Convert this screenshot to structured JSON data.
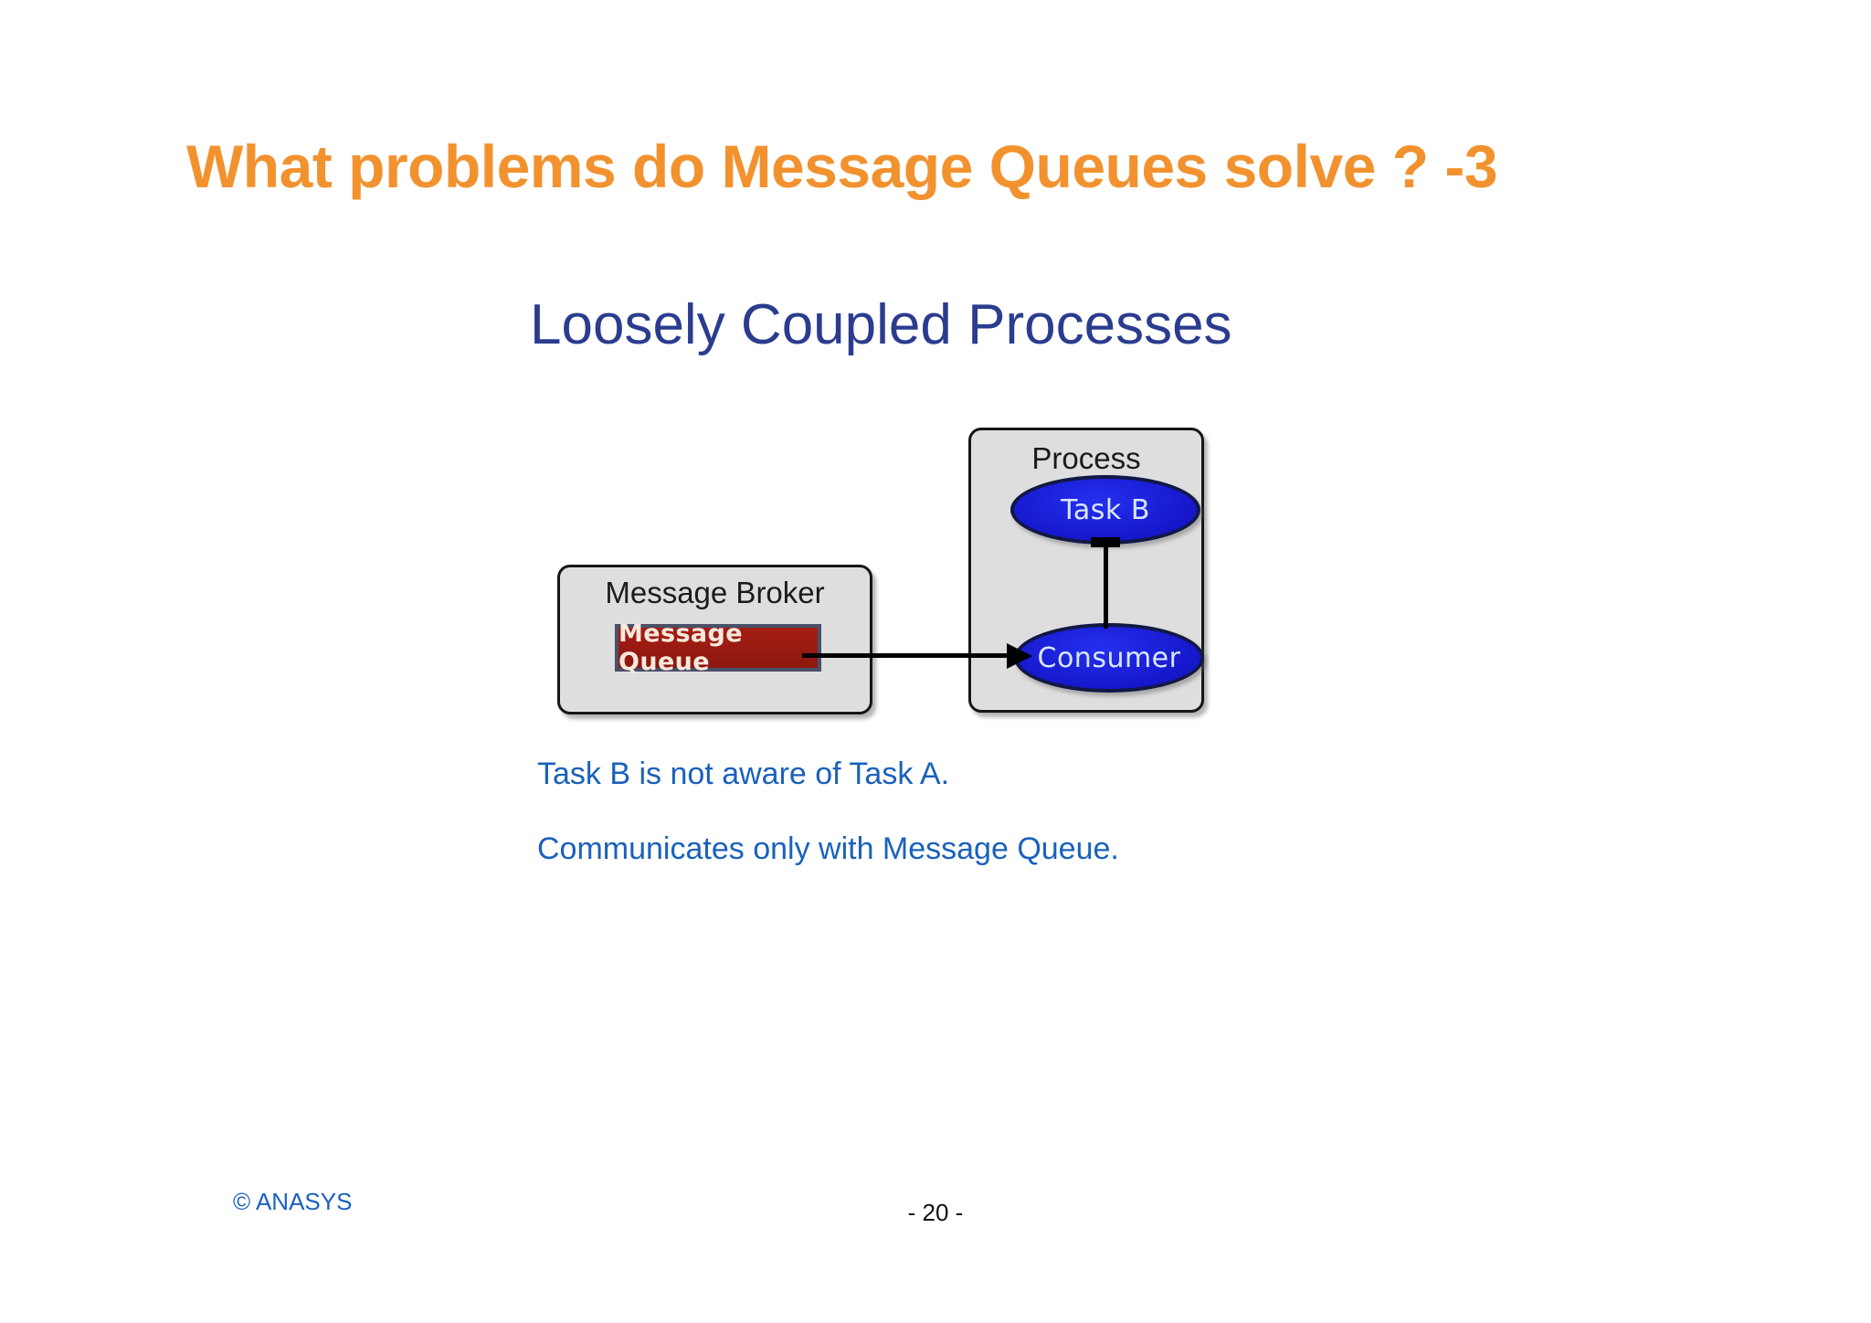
{
  "slide": {
    "title": "What problems do Message Queues solve ? -3",
    "subtitle": "Loosely Coupled Processes",
    "title_color": "#F2922F",
    "subtitle_color": "#2B3C8F",
    "background_color": "#ffffff"
  },
  "diagram": {
    "process_box": {
      "label": "Process",
      "fill": "#DEDEDE",
      "border": "#161616",
      "nodes": [
        {
          "label": "Task B",
          "fill": "#1A22DE",
          "text_color": "#D7E7FB"
        },
        {
          "label": "Consumer",
          "fill": "#1A22DE",
          "text_color": "#D7E7FB"
        }
      ]
    },
    "broker_box": {
      "label": "Message Broker",
      "fill": "#DEDEDE",
      "border": "#161616",
      "queue": {
        "label": "Message Queue",
        "fill": "#9B1B14",
        "border": "#4A5068",
        "text_color": "#F6E9DC"
      }
    },
    "arrows": [
      {
        "name": "queue-to-consumer",
        "from": "Message Queue",
        "to": "Consumer",
        "direction": "right"
      },
      {
        "name": "consumer-to-task-b",
        "from": "Consumer",
        "to": "Task B",
        "direction": "up"
      }
    ]
  },
  "captions": {
    "line_1": "Task B is not aware of Task A.",
    "line_2": "Communicates only with Message Queue.",
    "color": "#1A61BC"
  },
  "footer": {
    "copyright": "© ANASYS",
    "page_number": "- 20 -",
    "copyright_color": "#1A61BC"
  }
}
